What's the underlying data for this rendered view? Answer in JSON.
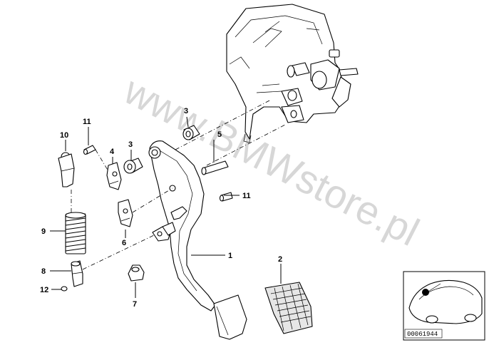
{
  "watermark": "www.BMWstore.pl",
  "callouts": {
    "c1": "1",
    "c2": "2",
    "c3a": "3",
    "c3b": "3",
    "c4": "4",
    "c5": "5",
    "c6": "6",
    "c7": "7",
    "c8": "8",
    "c9": "9",
    "c10": "10",
    "c11a": "11",
    "c11b": "11",
    "c12": "12"
  },
  "reference_number": "00061944"
}
